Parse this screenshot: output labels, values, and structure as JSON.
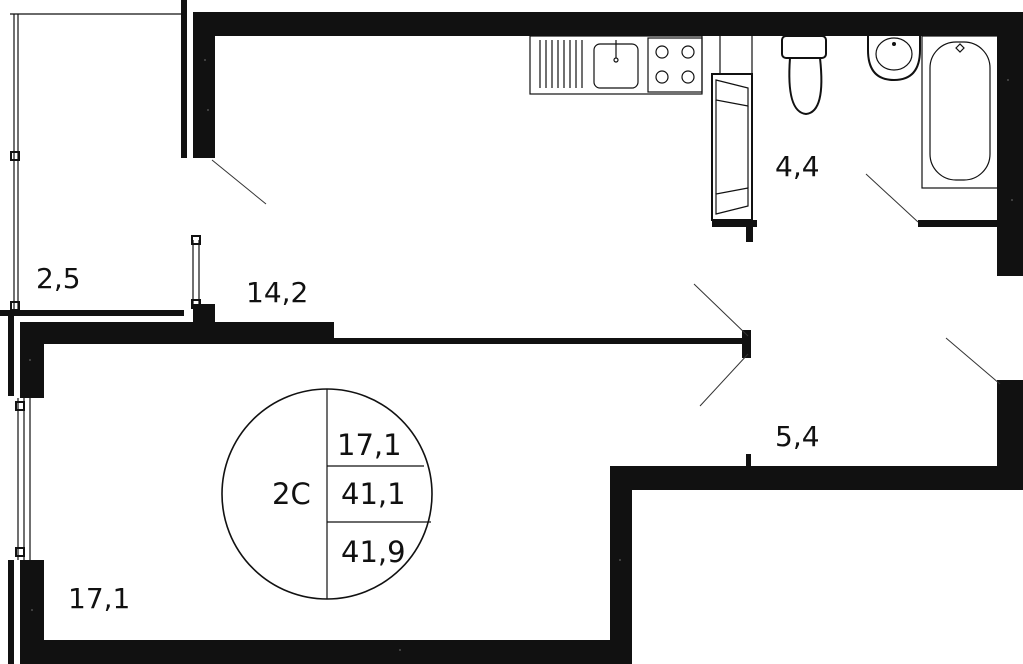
{
  "rooms": {
    "balcony_area": "2,5",
    "kitchen_area": "14,2",
    "bathroom_area": "4,4",
    "hall_area": "5,4",
    "bedroom_area": "17,1"
  },
  "badge": {
    "apartment_type": "2C",
    "living_area": "17,1",
    "total_area": "41,1",
    "total_area_with_balcony": "41,9"
  },
  "colors": {
    "wall": "#111111",
    "background": "#ffffff"
  }
}
